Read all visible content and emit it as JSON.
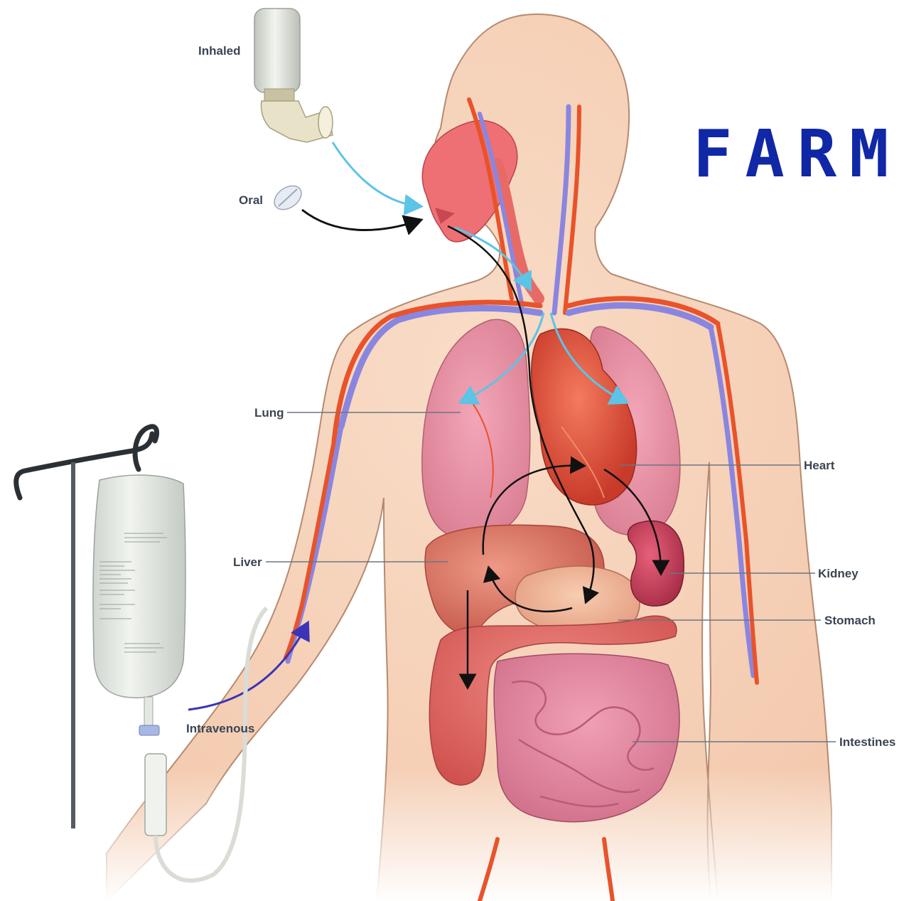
{
  "title": "FARM",
  "routes": {
    "inhaled": "Inhaled",
    "oral": "Oral",
    "intravenous": "Intravenous"
  },
  "organs": {
    "lung": "Lung",
    "heart": "Heart",
    "liver": "Liver",
    "kidney": "Kidney",
    "stomach": "Stomach",
    "intestines": "Intestines"
  },
  "colors": {
    "title": "#1027a6",
    "label": "#3a4552",
    "leader_line": "#6b7682",
    "skin": "#f7d3bd",
    "artery": "#e8532a",
    "vein": "#8a86e0",
    "inhaled_arrow": "#5cc4e6",
    "oral_arrow": "#111111",
    "iv_arrow": "#3b34b8"
  }
}
